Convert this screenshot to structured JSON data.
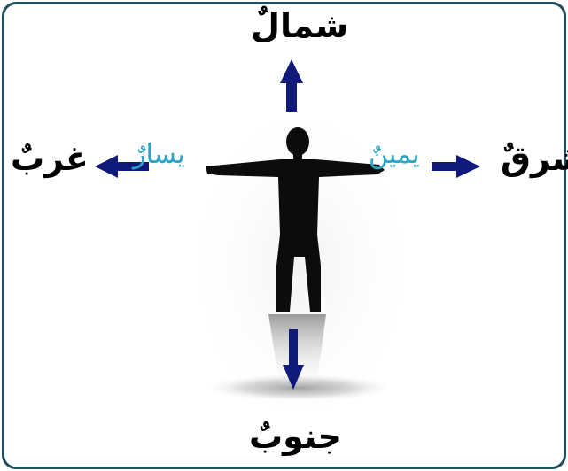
{
  "directions": {
    "north": "شمالٌ",
    "south": "جنوبٌ",
    "east": "شرقٌ",
    "west": "غربٌ"
  },
  "sides": {
    "right": "يمينٌ",
    "left": "يسارٌ"
  },
  "colors": {
    "frame_border": "#1f4e5f",
    "arrow": "#101a7a",
    "direction_text": "#000000",
    "side_text": "#2aa7c6",
    "figure": "#0c0c0c"
  },
  "icons": {
    "figure": "person-silhouette-icon",
    "arrows": [
      "arrow-up-icon",
      "arrow-down-icon",
      "arrow-left-icon",
      "arrow-right-icon"
    ]
  }
}
